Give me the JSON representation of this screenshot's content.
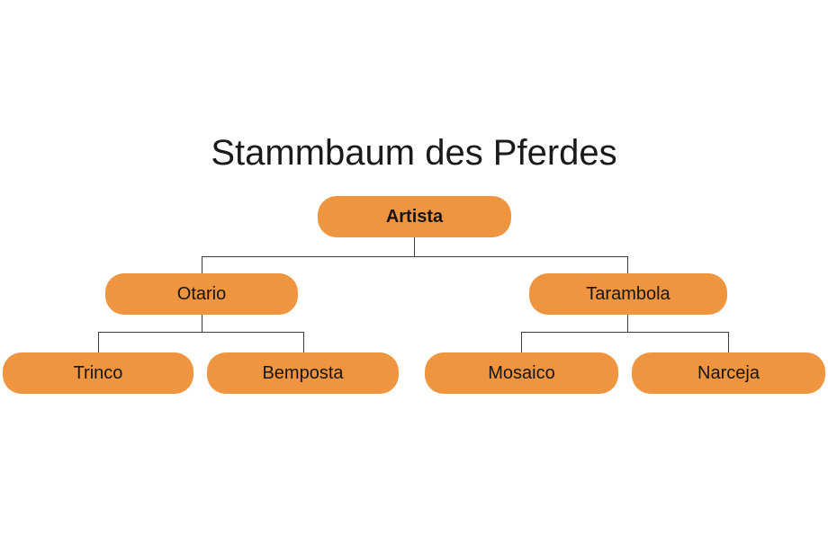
{
  "title": "Stammbaum des Pferdes",
  "tree": {
    "root": {
      "label": "Artista"
    },
    "generation2": [
      {
        "label": "Otario"
      },
      {
        "label": "Tarambola"
      }
    ],
    "generation3": [
      {
        "label": "Trinco",
        "parent": "Otario"
      },
      {
        "label": "Bemposta",
        "parent": "Otario"
      },
      {
        "label": "Mosaico",
        "parent": "Tarambola"
      },
      {
        "label": "Narceja",
        "parent": "Tarambola"
      }
    ]
  },
  "colors": {
    "node_fill": "#F0953F",
    "connector": "#3d3d3d",
    "text": "#151515",
    "background": "#ffffff"
  }
}
